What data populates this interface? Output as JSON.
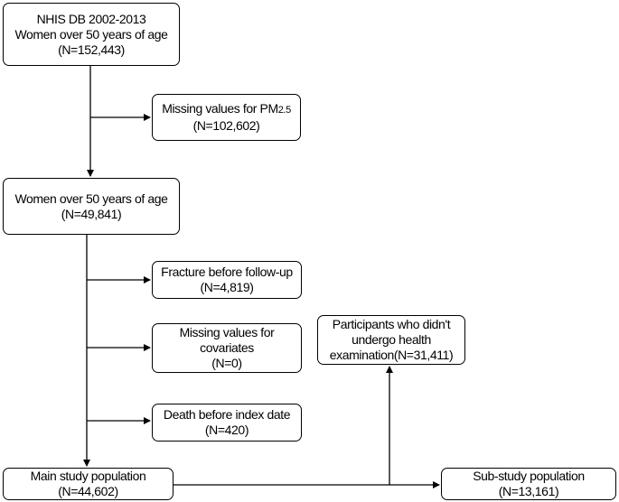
{
  "boxes": {
    "nhis": {
      "line1": "NHIS DB 2002-2013",
      "line2": "Women over 50 years of age",
      "line3": "(N=152,443)"
    },
    "missing_pm": {
      "line1_main": "Missing values for PM",
      "line1_sub": "2.5",
      "line2": "(N=102,602)"
    },
    "women50": {
      "line1": "Women over 50 years of age",
      "line2": "(N=49,841)"
    },
    "fracture": {
      "line1": "Fracture before follow-up",
      "line2": "(N=4,819)"
    },
    "missing_cov": {
      "line1": "Missing values for",
      "line2": "covariates",
      "line3": "(N=0)"
    },
    "death": {
      "line1": "Death before index date",
      "line2": "(N=420)"
    },
    "no_exam": {
      "line1": "Participants who didn't",
      "line2": "undergo health",
      "line3": "examination(N=31,411)"
    },
    "main_study": {
      "line1": "Main study population",
      "line2": "(N=44,602)"
    },
    "sub_study": {
      "line1": "Sub-study population",
      "line2": "(N=13,161)"
    }
  }
}
